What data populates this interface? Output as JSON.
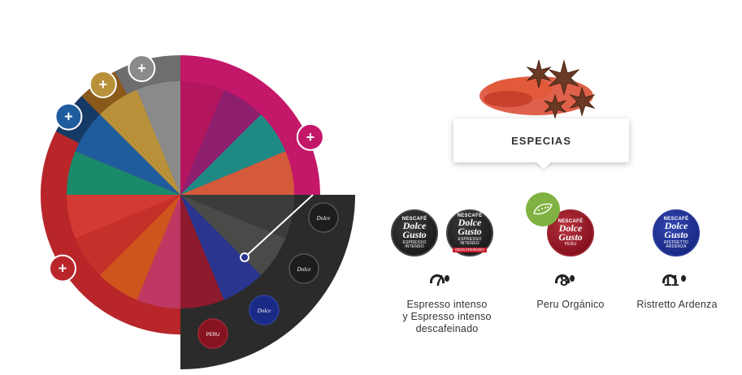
{
  "tooltip": {
    "label": "ESPECIAS"
  },
  "pod_brand": "NESCAFÉ",
  "pod_logo_line1": "Dolce",
  "pod_logo_line2": "Gusto",
  "coffees": [
    {
      "intensity": "7",
      "name_lines": [
        "Espresso intenso",
        "y Espresso intenso",
        "descafeinado"
      ],
      "pods": [
        {
          "variant": "ESPRESSO INTENSO",
          "color": "#1d1d1d"
        },
        {
          "variant": "ESPRESSO INTENSO",
          "badge": "DESCAFEINADO",
          "color": "#1d1d1d"
        }
      ]
    },
    {
      "intensity": "8",
      "name_lines": [
        "Peru Orgánico"
      ],
      "pods": [
        {
          "variant": "PERU",
          "color": "#86131f"
        }
      ],
      "badge_icon": "organic-leaf-icon"
    },
    {
      "intensity": "11",
      "name_lines": [
        "Ristretto Ardenza"
      ],
      "pods": [
        {
          "variant": "RISTRETTO ARDENZA",
          "color": "#1b2a86"
        }
      ]
    }
  ],
  "wheel": {
    "plus_label": "+",
    "sectors": [
      {
        "name": "magenta",
        "color": "#b3165f"
      },
      {
        "name": "purple",
        "color": "#8e1f6f"
      },
      {
        "name": "teal",
        "color": "#1f8a84"
      },
      {
        "name": "orange-red",
        "color": "#d45a3b"
      },
      {
        "name": "dark-gray",
        "color": "#3c3c3c"
      },
      {
        "name": "charcoal",
        "color": "#4a4a4a"
      },
      {
        "name": "navy",
        "color": "#2a3590"
      },
      {
        "name": "maroon",
        "color": "#8e1a2e"
      },
      {
        "name": "rose",
        "color": "#bf3863"
      },
      {
        "name": "orange",
        "color": "#d0551c"
      },
      {
        "name": "red",
        "color": "#c5302a"
      },
      {
        "name": "crimson",
        "color": "#d23a33"
      },
      {
        "name": "green",
        "color": "#1a8a6b"
      },
      {
        "name": "blue",
        "color": "#1f5c9e"
      },
      {
        "name": "gold",
        "color": "#b8913a"
      },
      {
        "name": "gray",
        "color": "#8a8a8a"
      }
    ],
    "outer_arcs": [
      {
        "name": "magenta-arc",
        "color": "#c3176a"
      },
      {
        "name": "red-arc",
        "color": "#b8262a"
      },
      {
        "name": "navy-arc",
        "color": "#163a66"
      },
      {
        "name": "brown-arc",
        "color": "#8a5a1a"
      },
      {
        "name": "gray-arc",
        "color": "#6e6e6e"
      }
    ],
    "plus_buttons": [
      {
        "name": "plus-button-magenta",
        "color": "#c3176a"
      },
      {
        "name": "plus-button-red",
        "color": "#b8262a"
      },
      {
        "name": "plus-button-blue",
        "color": "#1f5c9e"
      },
      {
        "name": "plus-button-gold",
        "color": "#b8913a"
      },
      {
        "name": "plus-button-gray",
        "color": "#8a8a8a"
      }
    ],
    "selection_panel_color": "#2b2b2b"
  }
}
